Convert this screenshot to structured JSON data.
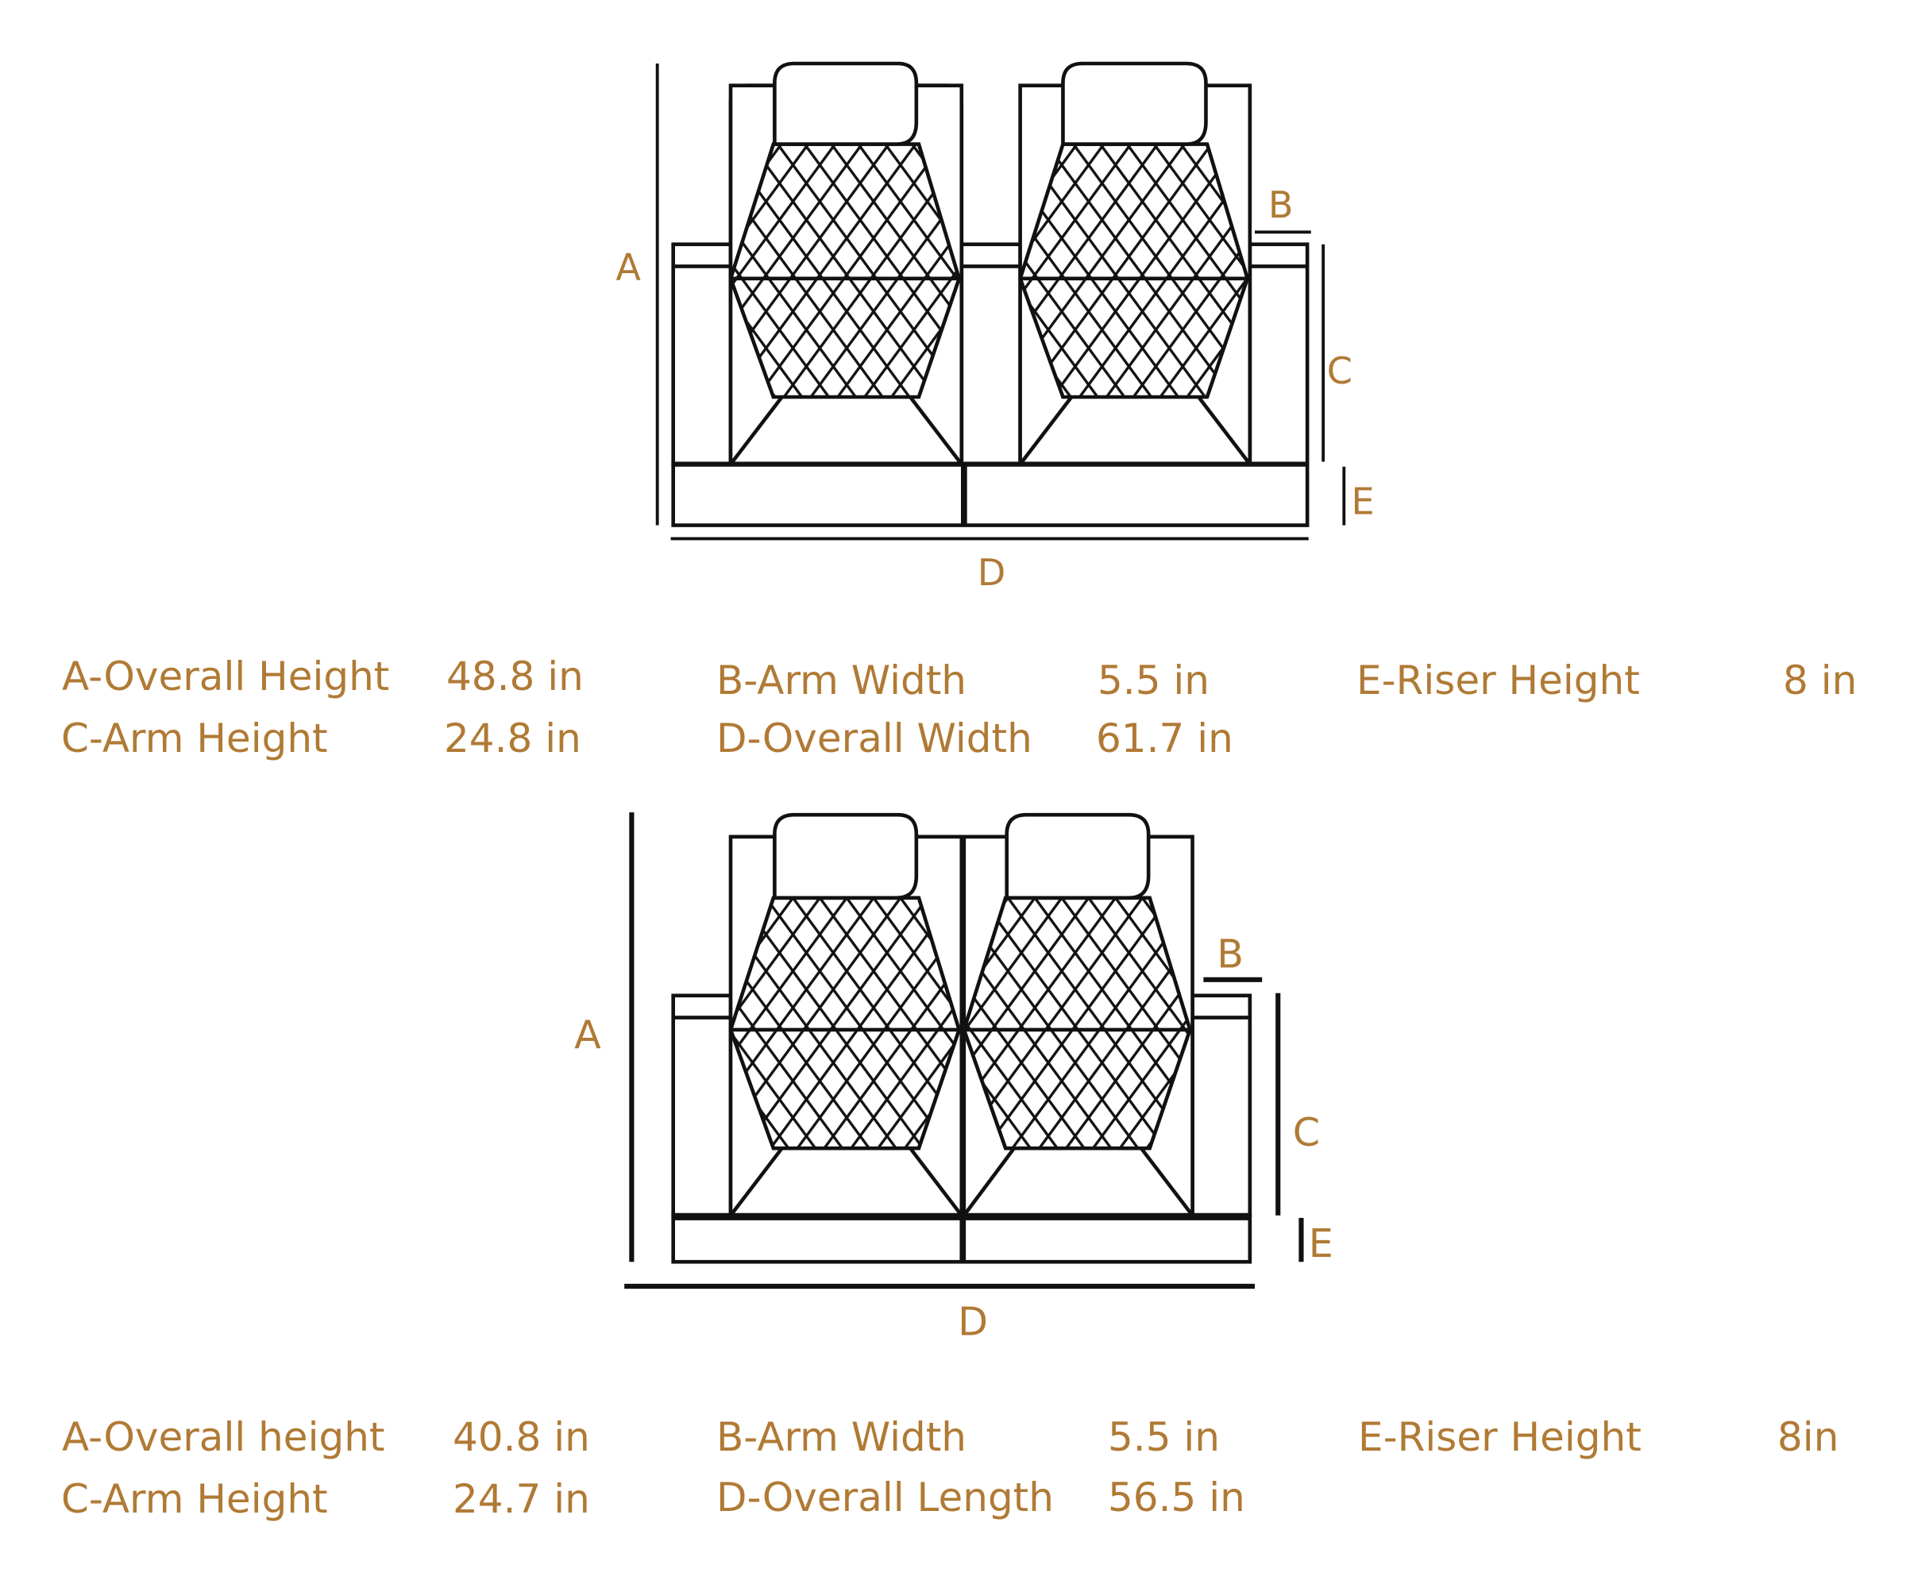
{
  "colors": {
    "accent": "#b07a35",
    "line": "#111111",
    "background": "#ffffff"
  },
  "diagrams": [
    {
      "markers": {
        "a": "A",
        "b": "B",
        "c": "C",
        "d": "D",
        "e": "E"
      },
      "specs": [
        {
          "label": "A-Overall Height",
          "value": "48.8 in"
        },
        {
          "label": "C-Arm Height",
          "value": "24.8 in"
        },
        {
          "label": "B-Arm Width",
          "value": "5.5 in"
        },
        {
          "label": "D-Overall Width",
          "value": "61.7 in"
        },
        {
          "label": "E-Riser Height",
          "value": "8 in"
        }
      ]
    },
    {
      "markers": {
        "a": "A",
        "b": "B",
        "c": "C",
        "d": "D",
        "e": "E"
      },
      "specs": [
        {
          "label": "A-Overall height",
          "value": "40.8 in"
        },
        {
          "label": "C-Arm Height",
          "value": "24.7 in"
        },
        {
          "label": "B-Arm Width",
          "value": "5.5 in"
        },
        {
          "label": "D-Overall Length",
          "value": "56.5 in"
        },
        {
          "label": "E-Riser Height",
          "value": "8in"
        }
      ]
    }
  ]
}
